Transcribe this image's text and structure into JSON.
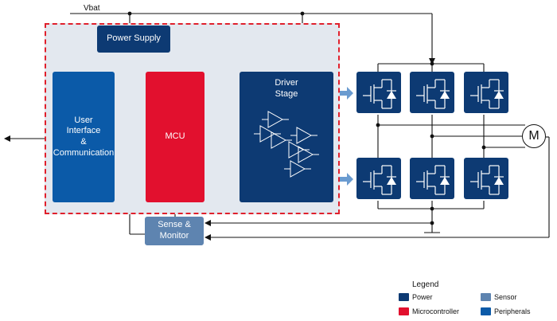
{
  "diagram": {
    "vbat_label": "Vbat",
    "blocks": {
      "power_supply": "Power Supply",
      "user_interface": "User\nInterface\n&\nCommunication",
      "mcu": "MCU",
      "driver_stage": "Driver\nStage",
      "sense_monitor": "Sense &\nMonitor"
    },
    "motor_label": "M"
  },
  "legend": {
    "title": "Legend",
    "items": [
      {
        "label": "Power",
        "color": "#0d3a73"
      },
      {
        "label": "Microcontroller",
        "color": "#e2102e"
      },
      {
        "label": "Sensor",
        "color": "#5e84b0"
      },
      {
        "label": "Peripherals",
        "color": "#0b5aa8"
      }
    ]
  }
}
